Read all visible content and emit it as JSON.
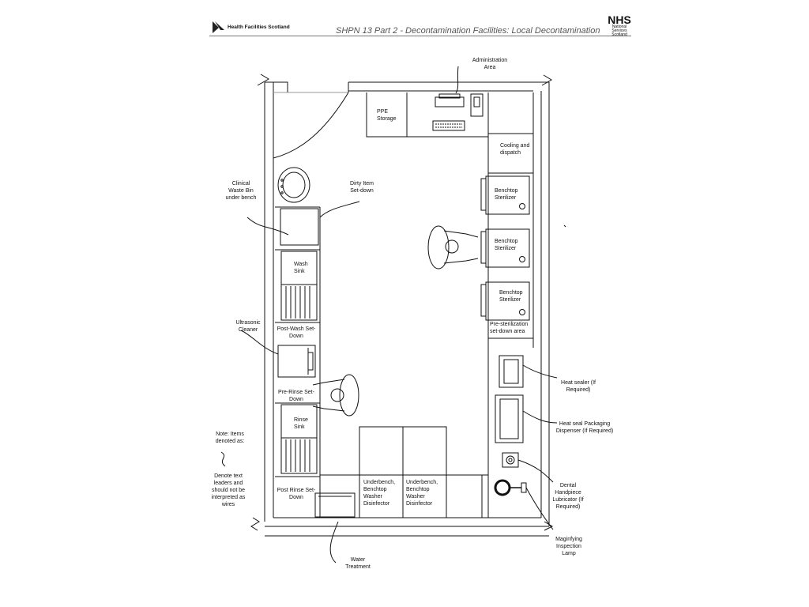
{
  "header": {
    "org_name": "Health Facilities Scotland",
    "doc_title": "SHPN 13 Part 2 - Decontamination Facilities: Local Decontamination",
    "nhs_logo": "NHS",
    "nhs_sub": "National Services Scotland"
  },
  "labels": {
    "admin_area": "Administration Area",
    "ppe_storage": "PPE Storage",
    "cooling_dispatch": "Cooling and dispatch",
    "benchtop_sterilizer_1": "Benchtop Sterilizer",
    "benchtop_sterilizer_2": "Benchtop Sterilizer",
    "benchtop_sterilizer_3": "Benchtop Sterilizer",
    "pre_sterilization": "Pre-sterilization set-down area",
    "heat_sealer": "Heat sealer (If Required)",
    "heat_seal_dispenser": "Heat seal Packaging Dispenser (If Required)",
    "handpiece_lubricator": "Dental Handpiece Lubricator (If Required)",
    "magnifying_lamp": "Maginfying Inspection Lamp",
    "water_treatment": "Water Treatment",
    "clinical_waste": "Clinical Waste Bin under bench",
    "dirty_item": "Dirty Item Set-down",
    "wash_sink": "Wash Sink",
    "ultrasonic_cleaner": "Ultrasonic Cleaner",
    "post_wash": "Post-Wash Set-Down",
    "pre_rinse": "Pre-Rinse Set-Down",
    "rinse_sink": "Rinse Sink",
    "post_rinse": "Post Rinse Set-Down",
    "washer_1": "Underbench, Benchtop Washer Disinfector",
    "washer_2": "Underbench, Benchtop Washer Disinfector",
    "note": "Note: Items denoted as:",
    "note_2": "Denote text leaders and should not be interpreted as wires"
  }
}
